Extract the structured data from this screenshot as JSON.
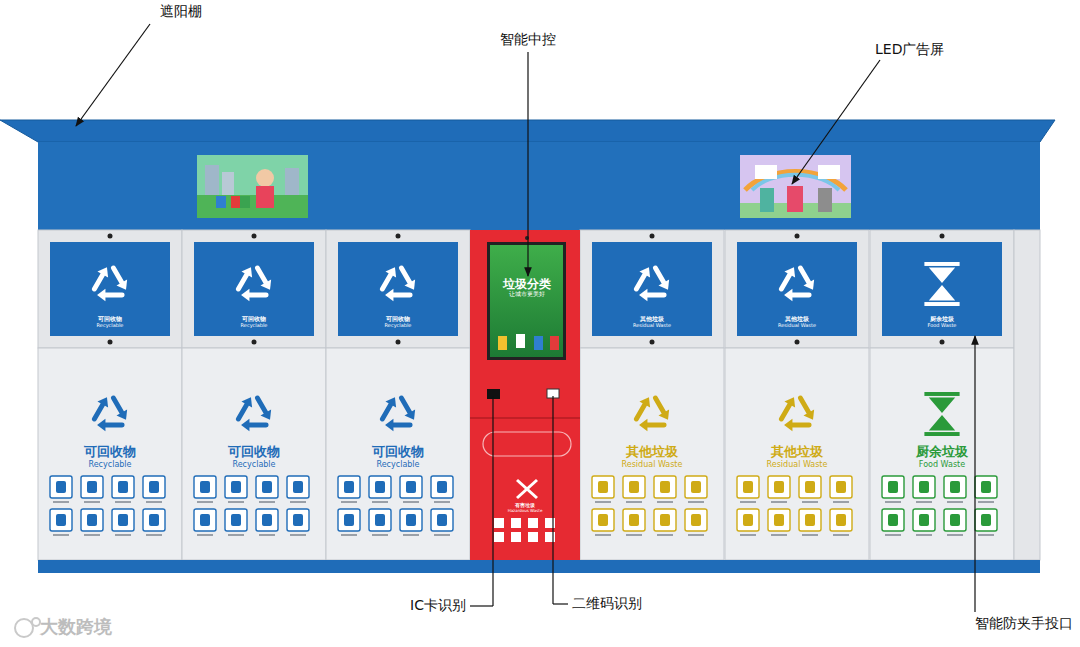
{
  "diagram": {
    "nodes": [
      {
        "text": [
          "可回收物",
          "Recyclable"
        ]
      },
      {
        "text": [
          "可回收物",
          "Recyclable"
        ]
      },
      {
        "text": [
          "可回收物",
          "Recyclable"
        ]
      },
      {
        "text": [
          "垃圾分类",
          "让城市更美好"
        ]
      },
      {
        "text": [
          "其他垃圾",
          "Residual Waste"
        ]
      },
      {
        "text": [
          "其他垃圾",
          "Residual Waste"
        ]
      },
      {
        "text": [
          "厨余垃圾",
          "Food Waste"
        ]
      },
      {
        "text": [
          "可回收物",
          "Recyclable"
        ]
      },
      {
        "text": [
          "可回收物",
          "Recyclable"
        ]
      },
      {
        "text": [
          "可回收物",
          "Recyclable"
        ]
      },
      {
        "text": [
          "有害垃圾",
          "Hazardous Waste"
        ]
      },
      {
        "text": [
          "其他垃圾",
          "Residual Waste"
        ]
      },
      {
        "text": [
          "其他垃圾",
          "Residual Waste"
        ]
      },
      {
        "text": [
          "厨余垃圾",
          "Food Waste"
        ]
      }
    ],
    "labels": [
      "遮阳棚",
      "智能中控",
      "LED广告屏",
      "IC卡识别",
      "二维码识别",
      "智能防夹手投口",
      "大数跨境"
    ]
  }
}
